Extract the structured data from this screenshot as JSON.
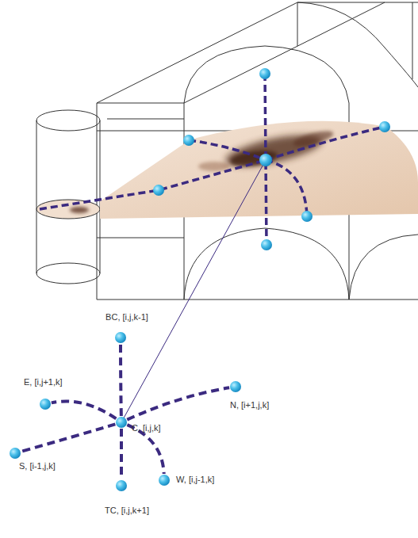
{
  "diagram": {
    "nodes": [
      {
        "text": [
          "BC, [i,j,k-1]"
        ]
      },
      {
        "text": [
          "E, [i,j+1,k]"
        ]
      },
      {
        "text": [
          "N, [i+1,j,k]"
        ]
      },
      {
        "text": [
          "C, [i,j,k]"
        ]
      },
      {
        "text": [
          "S, [i-1,j,k]"
        ]
      },
      {
        "text": [
          "W, [i,j-1,k]"
        ]
      },
      {
        "text": [
          "TC, [i,j,k+1]"
        ]
      }
    ],
    "edges": [
      {
        "from": 3,
        "to": 0,
        "arrow": "none"
      },
      {
        "from": 3,
        "to": 1,
        "arrow": "none"
      },
      {
        "from": 3,
        "to": 2,
        "arrow": "none"
      },
      {
        "from": 3,
        "to": 4,
        "arrow": "none"
      },
      {
        "from": 3,
        "to": 5,
        "arrow": "none"
      },
      {
        "from": 3,
        "to": 6,
        "arrow": "none"
      }
    ]
  }
}
